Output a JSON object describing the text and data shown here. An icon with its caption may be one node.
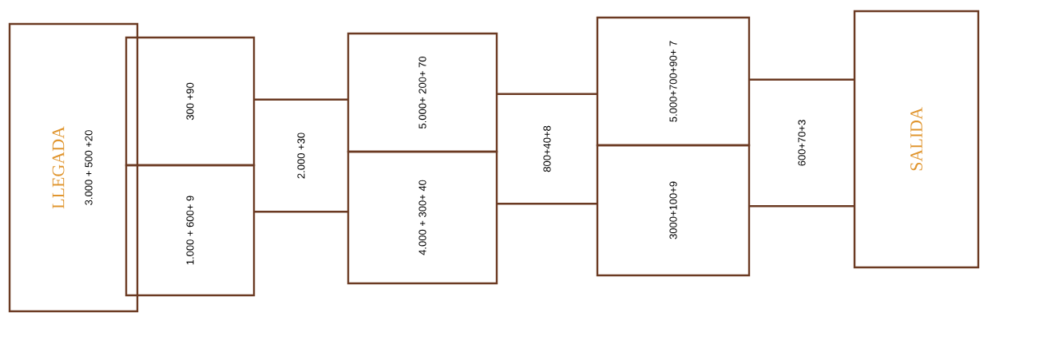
{
  "diagram": {
    "nodes": [
      {
        "text": [
          "LLEGADA",
          "3.000 + 500 +20"
        ]
      },
      {
        "text": [
          "300 +90"
        ]
      },
      {
        "text": [
          "1.000 + 600+ 9"
        ]
      },
      {
        "text": [
          "2.000 +30"
        ]
      },
      {
        "text": [
          "5.000+ 200+ 70"
        ]
      },
      {
        "text": [
          "4.000 + 300+ 40"
        ]
      },
      {
        "text": [
          "800+40+8"
        ]
      },
      {
        "text": [
          "5.000+700+90+ 7"
        ]
      },
      {
        "text": [
          "3000+100+9"
        ]
      },
      {
        "text": [
          "600+70+3"
        ]
      },
      {
        "text": [
          "SALIDA"
        ]
      }
    ]
  }
}
